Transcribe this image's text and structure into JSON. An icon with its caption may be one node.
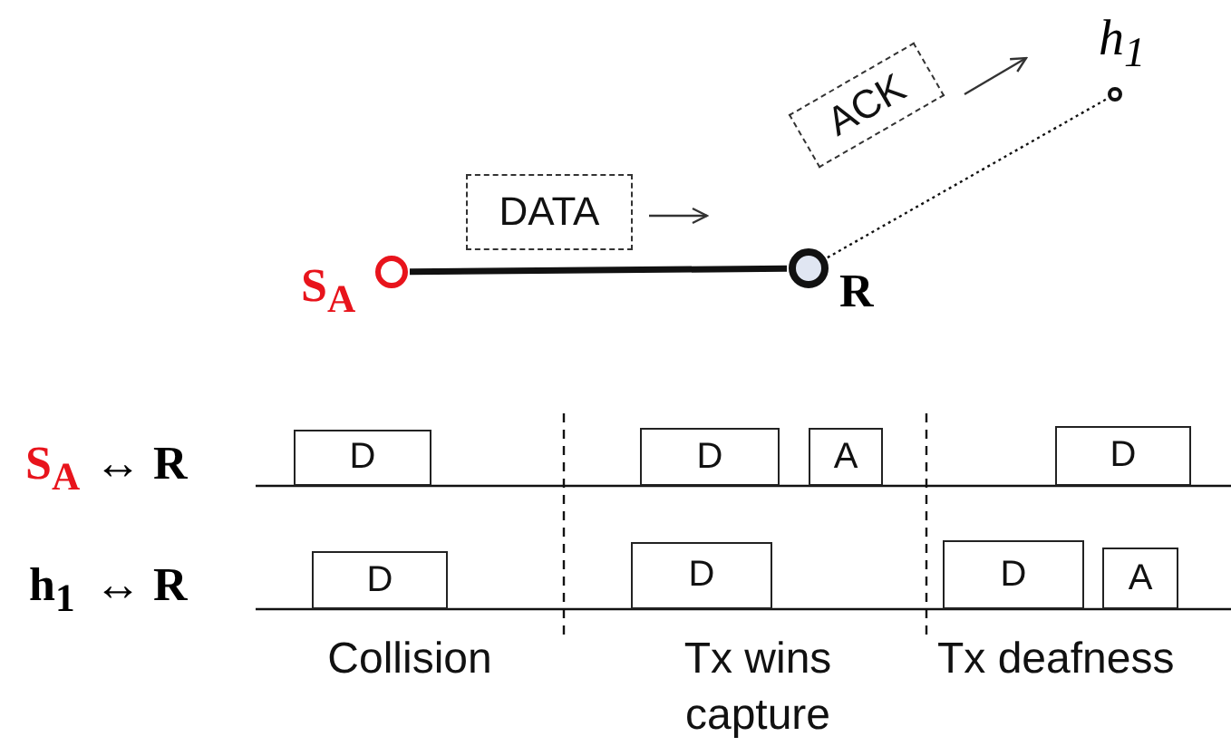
{
  "diagram": {
    "nodes": [
      {
        "text": [],
        "shape": "circle",
        "beside": [
          "h$_{1}$"
        ]
      },
      {
        "text": [
          "ACK"
        ]
      },
      {
        "text": [
          "DATA"
        ]
      },
      {
        "text": [],
        "shape": "circle",
        "beside": [
          "S$_{A}$"
        ]
      },
      {
        "text": [],
        "shape": "circle",
        "beside": [
          "R"
        ]
      },
      {
        "text": [
          "D"
        ]
      },
      {
        "text": [
          "D"
        ]
      },
      {
        "text": [
          "A"
        ]
      },
      {
        "text": [
          "D"
        ]
      },
      {
        "text": [
          "D"
        ]
      },
      {
        "text": [
          "D"
        ]
      },
      {
        "text": [
          "D"
        ]
      },
      {
        "text": [
          "A"
        ]
      }
    ],
    "edges": [
      {
        "from": 3,
        "to": 4,
        "arrow": "none",
        "style": "thick"
      },
      {
        "from": 4,
        "to": 0,
        "arrow": "none",
        "style": "dashed"
      }
    ],
    "labels": [
      "S$_{A}$",
      "↔ R",
      "h$_{1}$",
      "↔ R",
      "Collision",
      "Tx wins capture",
      "Tx deafness"
    ]
  }
}
